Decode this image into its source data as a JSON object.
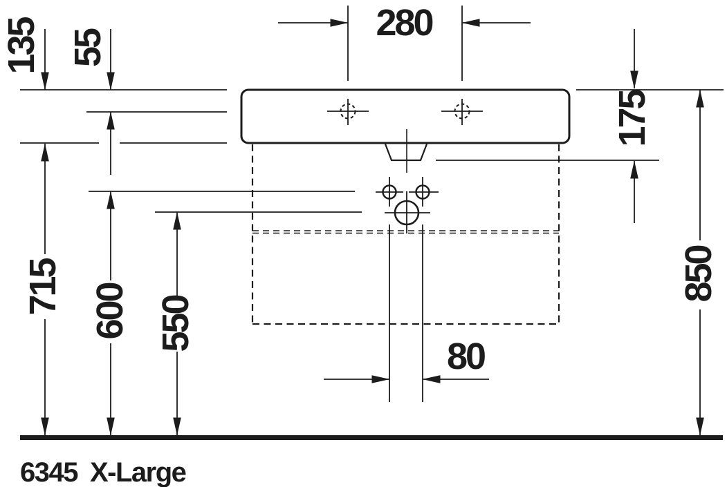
{
  "title": {
    "model": "6345",
    "variant": "X-Large"
  },
  "dimensions": {
    "d280": "280",
    "d135": "135",
    "d55": "55",
    "d175": "175",
    "d715": "715",
    "d600": "600",
    "d550": "550",
    "d80": "80",
    "d850": "850"
  },
  "colors": {
    "ink": "#1c1c1c",
    "background": "#ffffff"
  }
}
